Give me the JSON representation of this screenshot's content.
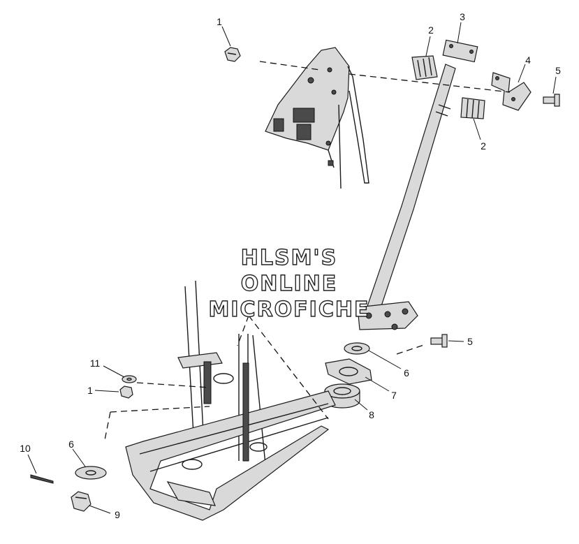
{
  "watermark": {
    "line1": "HLSM'S",
    "line2": "ONLINE",
    "line3": "MICROFICHE"
  },
  "callouts": [
    {
      "id": "c1a",
      "label": "1"
    },
    {
      "id": "c2a",
      "label": "2"
    },
    {
      "id": "c3",
      "label": "3"
    },
    {
      "id": "c4",
      "label": "4"
    },
    {
      "id": "c5a",
      "label": "5"
    },
    {
      "id": "c2b",
      "label": "2"
    },
    {
      "id": "c5b",
      "label": "5"
    },
    {
      "id": "c6a",
      "label": "6"
    },
    {
      "id": "c7",
      "label": "7"
    },
    {
      "id": "c8",
      "label": "8"
    },
    {
      "id": "c11",
      "label": "11"
    },
    {
      "id": "c1b",
      "label": "1"
    },
    {
      "id": "c10",
      "label": "10"
    },
    {
      "id": "c6b",
      "label": "6"
    },
    {
      "id": "c9",
      "label": "9"
    }
  ]
}
